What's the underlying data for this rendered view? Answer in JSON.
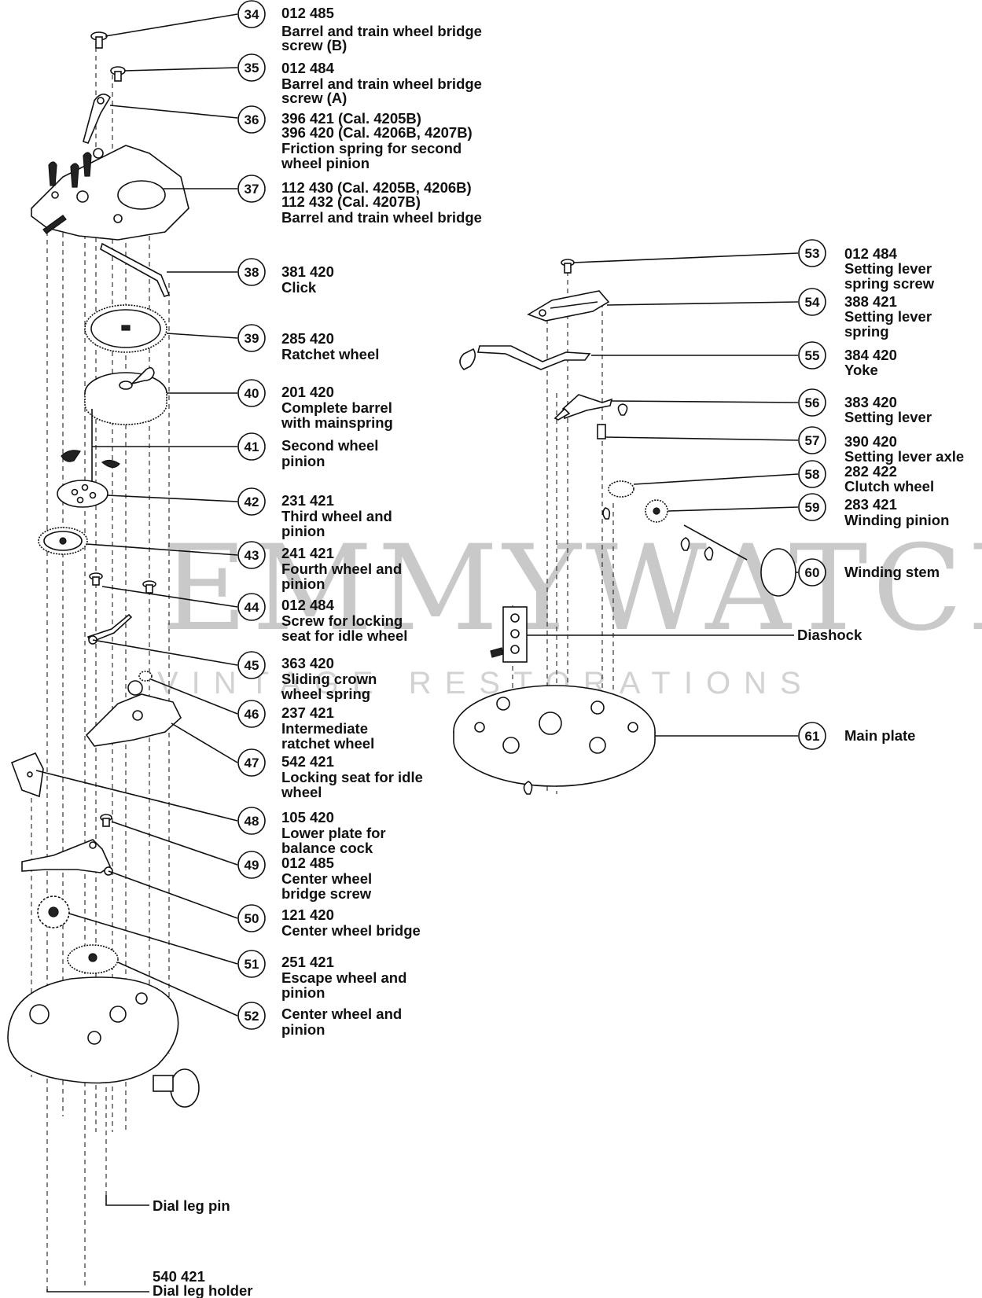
{
  "watermark": {
    "line1": "EMMYWATCH",
    "line2": "VINTAGE RESTORATIONS"
  },
  "callouts": [
    {
      "no": "34",
      "lines": [
        "012 485",
        "Barrel and train wheel bridge",
        "screw (B)"
      ]
    },
    {
      "no": "35",
      "lines": [
        "012 484",
        "Barrel and train wheel bridge",
        "screw (A)"
      ]
    },
    {
      "no": "36",
      "lines": [
        "396 421 (Cal. 4205B)",
        "396 420 (Cal. 4206B, 4207B)",
        "Friction spring for second",
        "wheel pinion"
      ]
    },
    {
      "no": "37",
      "lines": [
        "112 430 (Cal. 4205B, 4206B)",
        "112 432 (Cal. 4207B)",
        "Barrel and train wheel bridge"
      ]
    },
    {
      "no": "38",
      "lines": [
        "381 420",
        "Click"
      ]
    },
    {
      "no": "39",
      "lines": [
        "285 420",
        "Ratchet wheel"
      ]
    },
    {
      "no": "40",
      "lines": [
        "201 420",
        "Complete barrel",
        "with mainspring"
      ]
    },
    {
      "no": "41",
      "lines": [
        "Second wheel",
        "pinion"
      ]
    },
    {
      "no": "42",
      "lines": [
        "231 421",
        "Third wheel and",
        "pinion"
      ]
    },
    {
      "no": "43",
      "lines": [
        "241 421",
        "Fourth wheel and",
        "pinion"
      ]
    },
    {
      "no": "44",
      "lines": [
        "012 484",
        "Screw for locking",
        "seat for idle wheel"
      ]
    },
    {
      "no": "45",
      "lines": [
        "363 420",
        "Sliding crown",
        "wheel spring"
      ]
    },
    {
      "no": "46",
      "lines": [
        "237 421",
        "Intermediate",
        "ratchet wheel"
      ]
    },
    {
      "no": "47",
      "lines": [
        "542 421",
        "Locking seat for idle",
        "wheel"
      ]
    },
    {
      "no": "48",
      "lines": [
        "105 420",
        "Lower plate for",
        "balance cock"
      ]
    },
    {
      "no": "49",
      "lines": [
        "012 485",
        "Center wheel",
        "bridge screw"
      ]
    },
    {
      "no": "50",
      "lines": [
        "121 420",
        "Center wheel bridge"
      ]
    },
    {
      "no": "51",
      "lines": [
        "251 421",
        "Escape wheel and",
        "pinion"
      ]
    },
    {
      "no": "52",
      "lines": [
        "Center wheel and",
        "pinion"
      ]
    },
    {
      "no": "53",
      "lines": [
        "012 484",
        "Setting lever",
        "spring screw"
      ]
    },
    {
      "no": "54",
      "lines": [
        "388 421",
        "Setting lever",
        "spring"
      ]
    },
    {
      "no": "55",
      "lines": [
        "384 420",
        "Yoke"
      ]
    },
    {
      "no": "56",
      "lines": [
        "383 420",
        "Setting lever"
      ]
    },
    {
      "no": "57",
      "lines": [
        "390 420",
        "Setting lever axle"
      ]
    },
    {
      "no": "58",
      "lines": [
        "282 422",
        "Clutch wheel"
      ]
    },
    {
      "no": "59",
      "lines": [
        "283 421",
        "Winding pinion"
      ]
    },
    {
      "no": "60",
      "lines": [
        "Winding stem"
      ]
    },
    {
      "no": "61",
      "lines": [
        "Main plate"
      ]
    }
  ],
  "plain_labels": {
    "diashock": "Diashock",
    "dial_leg_pin": "Dial leg pin",
    "dial_leg_holder": [
      "540 421",
      "Dial leg holder"
    ]
  }
}
